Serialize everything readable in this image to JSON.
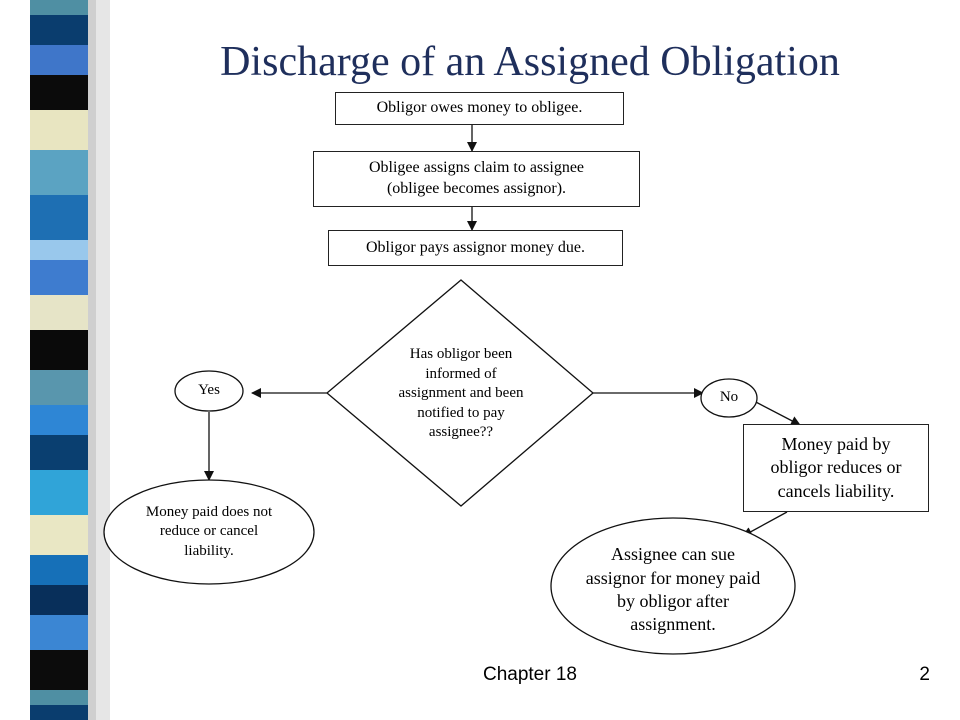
{
  "title": "Discharge of an Assigned Obligation",
  "nodes": {
    "obligor_owes": "Obligor owes money to obligee.",
    "obligee_assigns": "Obligee assigns claim to assignee (obligee becomes assignor).",
    "obligor_pays": "Obligor pays assignor money due.",
    "decision": "Has obligor been informed of assignment and been notified to pay assignee??",
    "yes": "Yes",
    "no": "No",
    "not_reduce": "Money paid does not reduce or cancel liability.",
    "reduces": "Money paid by obligor reduces or cancels liability.",
    "assignee_sue": "Assignee can sue assignor for money paid by obligor after assignment."
  },
  "footer": {
    "chapter": "Chapter 18",
    "page": "2"
  }
}
